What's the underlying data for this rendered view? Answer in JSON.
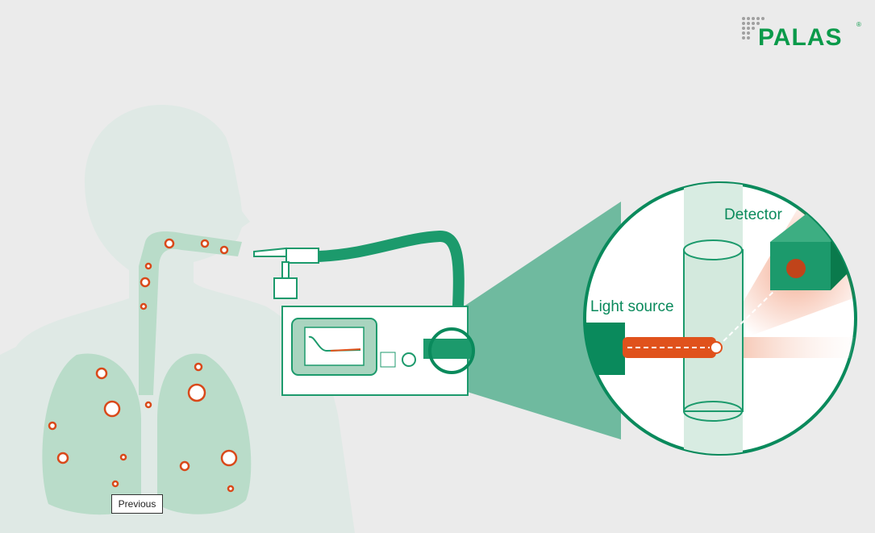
{
  "logo": {
    "name": "PALAS",
    "registered": "®"
  },
  "labels": {
    "light_source": "Light source",
    "detector": "Detector"
  },
  "navigation": {
    "previous_label": "Previous"
  },
  "colors": {
    "background": "#ebebeb",
    "brand_green": "#0a9a4a",
    "illustration_green": "#1c9a6c",
    "laser_orange": "#e0521c"
  }
}
